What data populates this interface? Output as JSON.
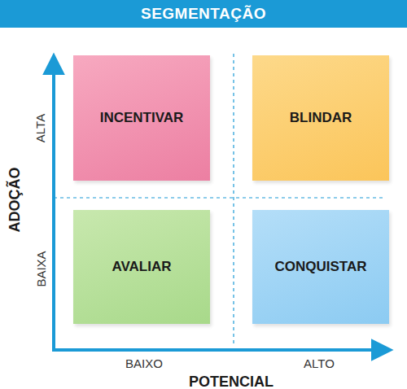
{
  "diagram": {
    "title": "SEGMENTAÇÃO",
    "nodes": [
      {
        "text": [
          "INCENTIVAR"
        ]
      },
      {
        "text": [
          "BLINDAR"
        ]
      },
      {
        "text": [
          "AVALIAR"
        ]
      },
      {
        "text": [
          "CONQUISTAR"
        ]
      }
    ],
    "labels": [
      "ADOÇÃO",
      "ALTA",
      "BAIXA",
      "BAIXO",
      "ALTO",
      "POTENCIAL"
    ]
  }
}
